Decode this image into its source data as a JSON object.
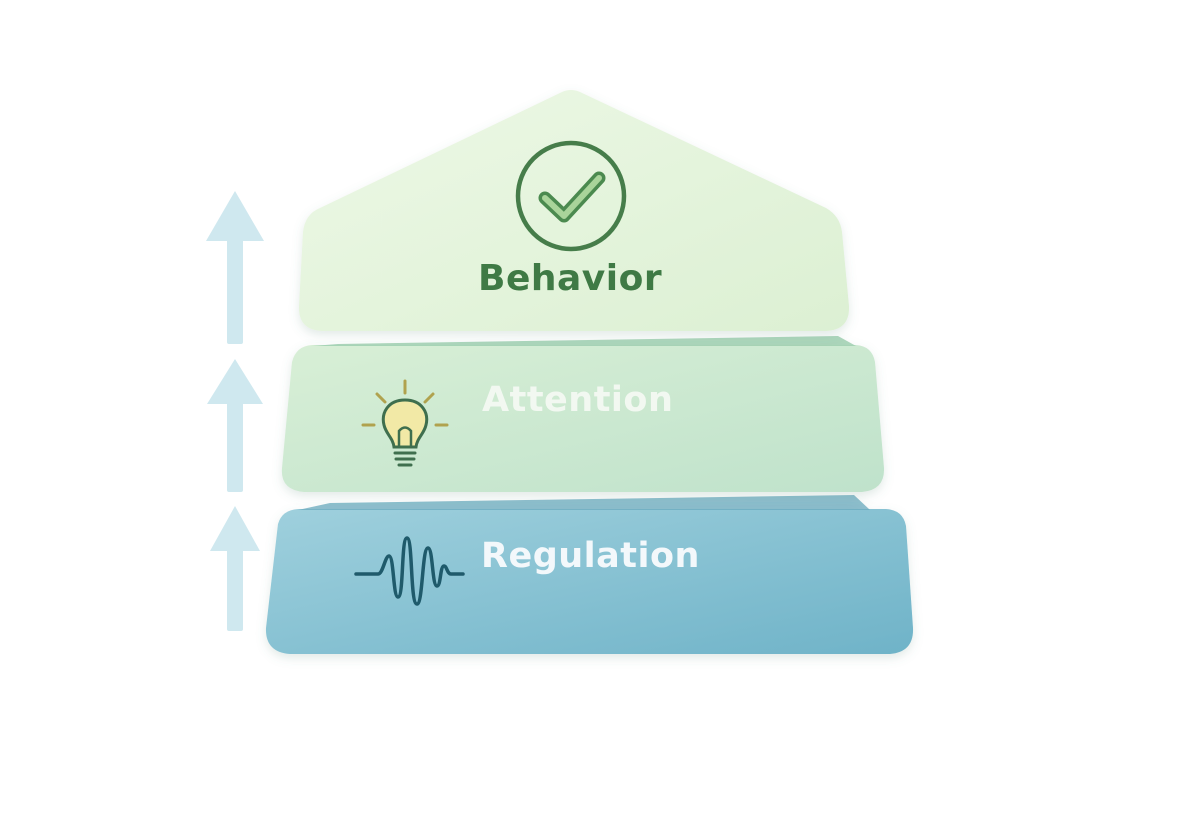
{
  "diagram": {
    "layers": [
      {
        "id": "behavior",
        "label": "Behavior",
        "icon": "check-circle-icon",
        "color": "#e4f4dc"
      },
      {
        "id": "attention",
        "label": "Attention",
        "icon": "lightbulb-icon",
        "color": "#c9e8cf"
      },
      {
        "id": "regulation",
        "label": "Regulation",
        "icon": "waveform-icon",
        "color": "#86c3d4"
      }
    ],
    "arrow_color": "#cfe8ef"
  }
}
